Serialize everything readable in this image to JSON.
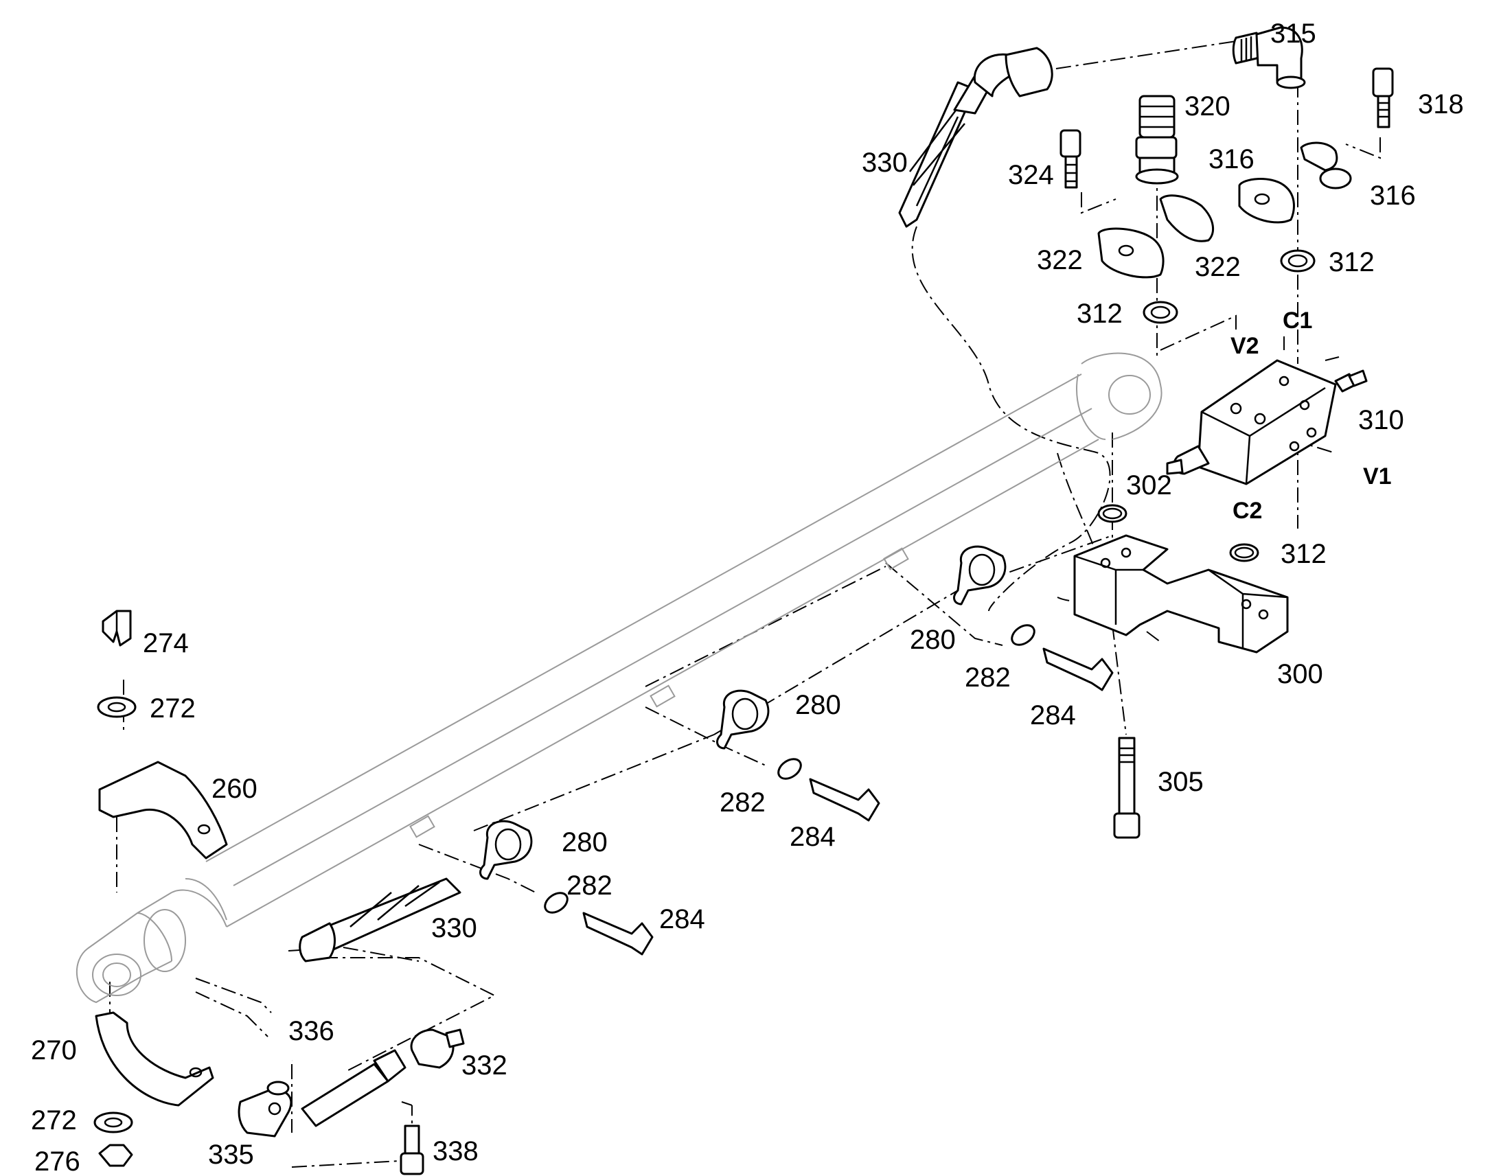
{
  "callouts": {
    "p315": "315",
    "p318": "318",
    "p320": "320",
    "p330_top": "330",
    "p324": "324",
    "p316_a": "316",
    "p316_b": "316",
    "p322_a": "322",
    "p322_b": "322",
    "p312_a": "312",
    "p312_b": "312",
    "p312_c": "312",
    "p310": "310",
    "p302": "302",
    "p300": "300",
    "p305": "305",
    "p280_a": "280",
    "p280_b": "280",
    "p280_c": "280",
    "p282_a": "282",
    "p282_b": "282",
    "p282_c": "282",
    "p284_a": "284",
    "p284_b": "284",
    "p284_c": "284",
    "p274": "274",
    "p272_a": "272",
    "p272_b": "272",
    "p260": "260",
    "p270": "270",
    "p276": "276",
    "p336": "336",
    "p332": "332",
    "p330_bot": "330",
    "p335": "335",
    "p338": "338"
  },
  "ports": {
    "c1": "C1",
    "c2": "C2",
    "v1": "V1",
    "v2": "V2"
  }
}
